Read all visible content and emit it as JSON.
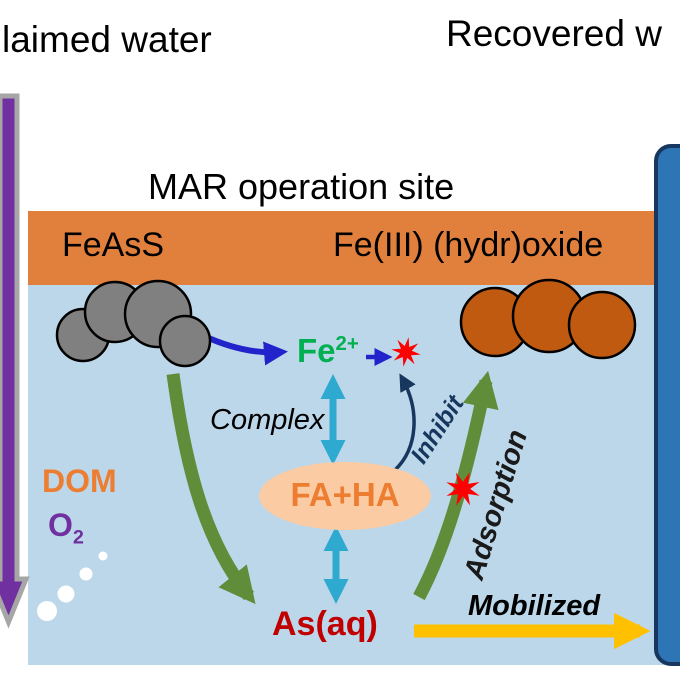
{
  "labels": {
    "reclaimed_water": "laimed water",
    "recovered_water": "Recovered w",
    "mar_site": "MAR operation site",
    "feass": "FeAsS",
    "fe_oxide": "Fe(III) (hydr)oxide",
    "fe2_base": "Fe",
    "fe2_sup": "2+",
    "complex": "Complex",
    "inhibit": "Inhibit",
    "fa_ha": "FA+HA",
    "adsorption": "Adsorption",
    "as_aq": "As(aq)",
    "mobilized": "Mobilized",
    "dom": "DOM",
    "o2_base": "O",
    "o2_sub": "2"
  },
  "colors": {
    "band": "#E0803C",
    "aquifer": "#BDD7EA",
    "purple": "#7030A0",
    "pipe_casing": "#A6A6A6",
    "pipe_blue": "#2E75B6",
    "pipe_border": "#17375E",
    "fe2_green": "#00B050",
    "blue_arrow": "#2323CC",
    "cyan_arrow": "#2EA9CF",
    "green_arrow": "#5F8D3A",
    "navy": "#17375E",
    "ellipse_fill": "#FBCBA4",
    "orange_text": "#ED7D31",
    "red_text": "#C00000",
    "yellow_arrow": "#FFC000",
    "star_red": "#FF0000",
    "mineral_gray": "#808080",
    "mineral_brown": "#C05A10",
    "text_black": "#000000"
  }
}
